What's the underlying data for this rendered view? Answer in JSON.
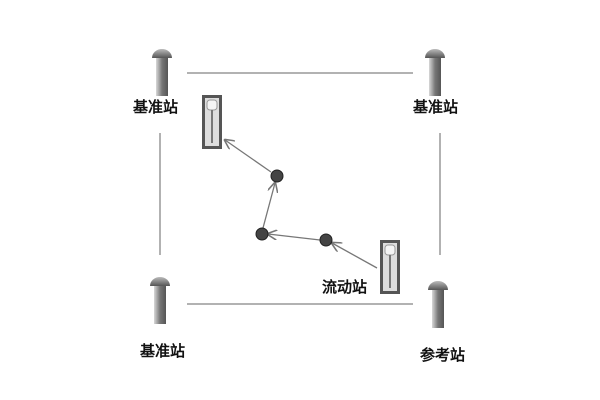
{
  "labels": {
    "base_top_left": "基准站",
    "base_top_right": "基准站",
    "base_bottom_left": "基准站",
    "reference": "参考站",
    "rover": "流动站"
  },
  "colors": {
    "line": "#888888",
    "dot": "#444444",
    "station": "#666666"
  }
}
